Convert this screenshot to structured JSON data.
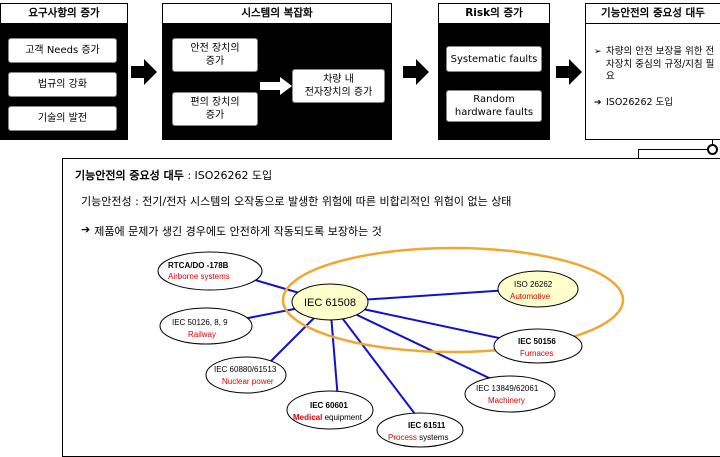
{
  "panels": [
    {
      "title": "요구사항의 증가",
      "items": [
        "고객 Needs 증가",
        "법규의 강화",
        "기술의 발전"
      ]
    },
    {
      "title": "시스템의 복잡화",
      "items": [
        "안전 장치의\n증가",
        "편의 장치의\n증가",
        "차량 내\n전자장치의 증가"
      ]
    },
    {
      "title": "Risk의 증가",
      "items": [
        "Systematic  faults",
        "Random\nhardware faults"
      ]
    },
    {
      "title": "기능안전의 중요성 대두",
      "bullets": [
        "차량의 안전 보장을 위한 전자장치 중심의 규정/지침 필요",
        "ISO26262 도입"
      ]
    }
  ],
  "lower": {
    "title_bold": "기능안전의 중요성 대두",
    "title_rest": " : ISO26262 도입",
    "definition": "기능안전성 : 전기/전자 시스템의 오작동으로 발생한 위험에 따른 비합리적인 위험이 없는 상태",
    "arrow_symbol": "➔",
    "statement": "제품에 문제가 생긴 경우에도 안전하게 작동되도록 보장하는 것"
  },
  "hub": {
    "label": "IEC 61508"
  },
  "nodes": [
    {
      "id": "rtca",
      "line1": "RTCA/DO   -178B",
      "line2": "Airborne systems"
    },
    {
      "id": "iec50126",
      "line1": "IEC  50126, 8, 9",
      "line2": "Railway"
    },
    {
      "id": "iec60880",
      "line1": "IEC  60880/61513",
      "line2": "Nuclear power"
    },
    {
      "id": "iec60601",
      "line1": "IEC  60601",
      "line2a": "Medical",
      "line2b": "  equipment"
    },
    {
      "id": "iec61511",
      "line1": "IEC  61511",
      "line2a": "Process",
      "line2b": "    systems"
    },
    {
      "id": "iec13849",
      "line1": "IEC  13849/62061",
      "line2": "Machinery"
    },
    {
      "id": "iec50156",
      "line1": "IEC  50156",
      "line2": "Furnaces"
    },
    {
      "id": "iso26262",
      "line1": "ISO  26262",
      "line2": "Automotive"
    }
  ],
  "colors": {
    "accent_red": "#e00000",
    "link_blue": "#1010d0",
    "hub_fill": "#ffffcc",
    "hub_ring": "#f0a830"
  }
}
